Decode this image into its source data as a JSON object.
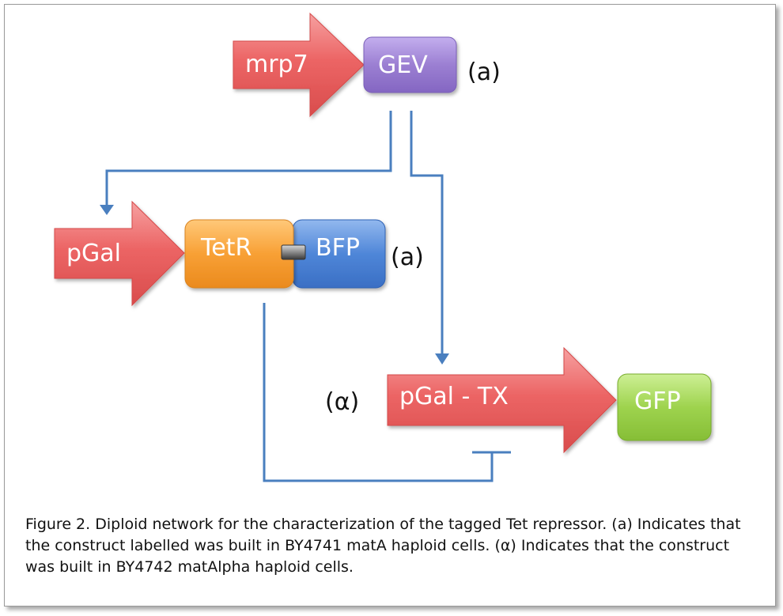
{
  "diagram": {
    "promoters": [
      {
        "id": "mrp7",
        "label": "mrp7"
      },
      {
        "id": "pgal",
        "label": "pGal"
      },
      {
        "id": "pgal-tx",
        "label": "pGal - TX"
      }
    ],
    "genes": [
      {
        "id": "gev",
        "label": "GEV",
        "color": "#9b7fd2"
      },
      {
        "id": "tetr",
        "label": "TetR",
        "color": "#f8a035"
      },
      {
        "id": "bfp",
        "label": "BFP",
        "color": "#4f86d8"
      },
      {
        "id": "gfp",
        "label": "GFP",
        "color": "#9ed34e"
      }
    ],
    "markers": {
      "gev": "(a)",
      "tetr_bfp": "(a)",
      "pgal_tx": "(α)"
    },
    "edges": [
      {
        "from": "gev",
        "to": "pgal",
        "type": "activation"
      },
      {
        "from": "gev",
        "to": "pgal-tx",
        "type": "activation"
      },
      {
        "from": "tetr",
        "to": "pgal-tx",
        "type": "repression"
      }
    ],
    "colors": {
      "promoter": "#ef6a6a",
      "edge": "#4a7fbf"
    }
  },
  "caption": "Figure 2. Diploid network for the characterization of the tagged Tet repressor. (a) Indicates that the construct labelled was built in BY4741 matA haploid cells. (α) Indicates that the construct was built in BY4742 matAlpha haploid cells."
}
